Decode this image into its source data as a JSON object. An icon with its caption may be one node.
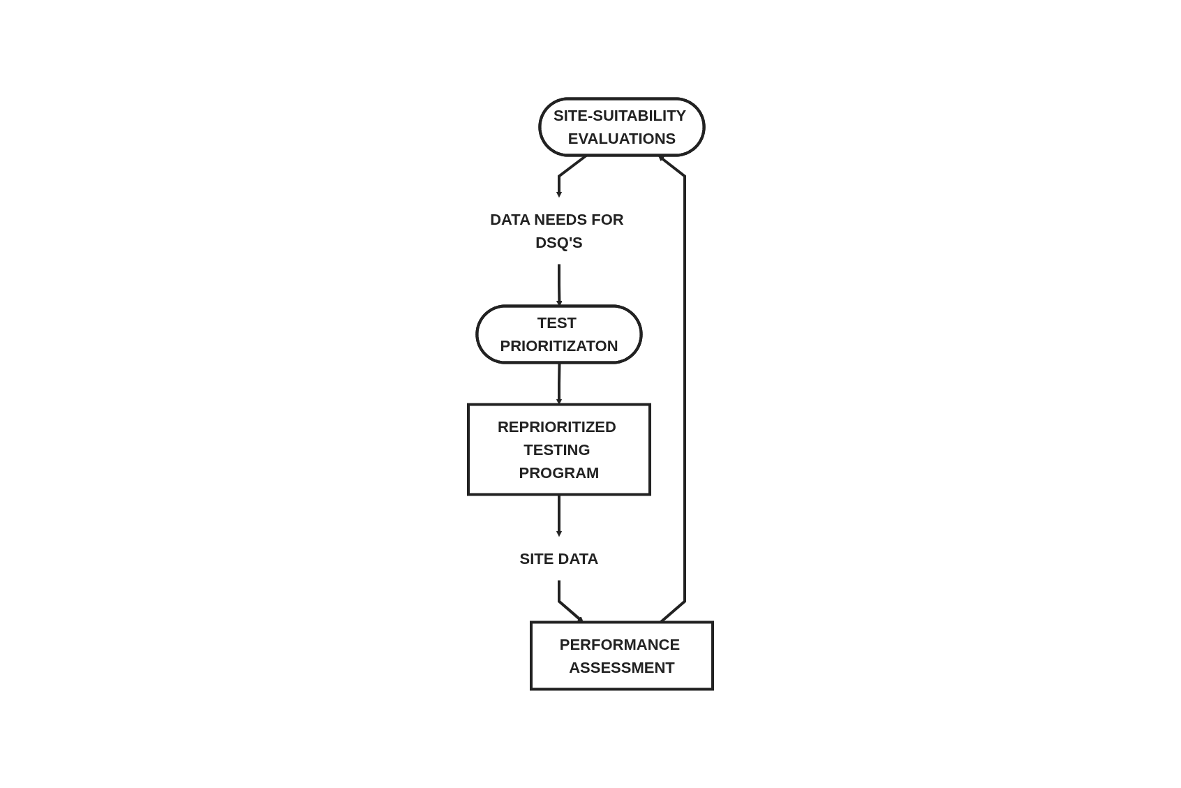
{
  "diagram": {
    "nodes": [
      {
        "text": [
          "SITE-SUITABILITY EVALUATIONS"
        ]
      },
      {
        "text": [
          "DATA NEEDS FOR DSQ'S"
        ]
      },
      {
        "text": [
          "TEST PRIORITIZATON"
        ]
      },
      {
        "text": [
          "REPRIORITIZED TESTING PROGRAM"
        ]
      },
      {
        "text": [
          "SITE DATA"
        ]
      },
      {
        "text": [
          "PERFORMANCE ASSESSMENT"
        ]
      }
    ],
    "edges": [
      {
        "from": 0,
        "to": 1,
        "arrow": "to"
      },
      {
        "from": 1,
        "to": 2,
        "arrow": "to"
      },
      {
        "from": 2,
        "to": 3,
        "arrow": "to"
      },
      {
        "from": 3,
        "to": 4,
        "arrow": "to"
      },
      {
        "from": 4,
        "to": 5,
        "arrow": "to"
      },
      {
        "from": 5,
        "to": 0,
        "arrow": "to"
      }
    ]
  }
}
